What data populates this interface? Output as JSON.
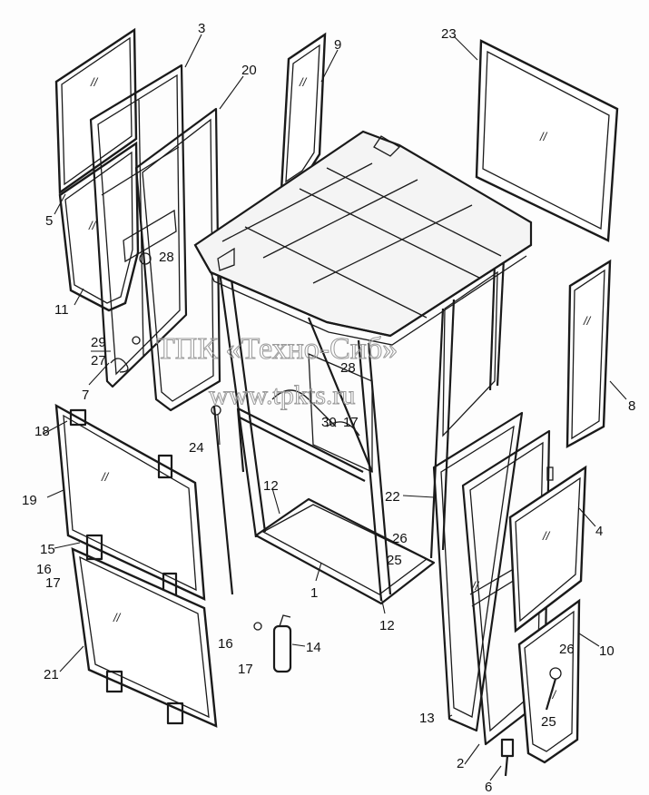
{
  "watermark": {
    "line1": "ТПК «Техно-Сиб»",
    "line2": "www.tpkts.ru"
  },
  "glass_mark": "//",
  "callouts": [
    {
      "id": "c1",
      "text": "1"
    },
    {
      "id": "c2",
      "text": "2"
    },
    {
      "id": "c3",
      "text": "3"
    },
    {
      "id": "c4",
      "text": "4"
    },
    {
      "id": "c5",
      "text": "5"
    },
    {
      "id": "c6",
      "text": "6"
    },
    {
      "id": "c7",
      "text": "7"
    },
    {
      "id": "c8",
      "text": "8"
    },
    {
      "id": "c9",
      "text": "9"
    },
    {
      "id": "c10",
      "text": "10"
    },
    {
      "id": "c11",
      "text": "11"
    },
    {
      "id": "c12a",
      "text": "12"
    },
    {
      "id": "c12b",
      "text": "12"
    },
    {
      "id": "c13",
      "text": "13"
    },
    {
      "id": "c14",
      "text": "14"
    },
    {
      "id": "c15",
      "text": "15"
    },
    {
      "id": "c16a",
      "text": "16"
    },
    {
      "id": "c16b",
      "text": "16"
    },
    {
      "id": "c17a",
      "text": "17"
    },
    {
      "id": "c17b",
      "text": "17"
    },
    {
      "id": "c17c",
      "text": "17"
    },
    {
      "id": "c18",
      "text": "18"
    },
    {
      "id": "c19",
      "text": "19"
    },
    {
      "id": "c20",
      "text": "20"
    },
    {
      "id": "c21",
      "text": "21"
    },
    {
      "id": "c22",
      "text": "22"
    },
    {
      "id": "c23",
      "text": "23"
    },
    {
      "id": "c24",
      "text": "24"
    },
    {
      "id": "c25a",
      "text": "25"
    },
    {
      "id": "c25b",
      "text": "25"
    },
    {
      "id": "c26a",
      "text": "26"
    },
    {
      "id": "c26b",
      "text": "26"
    },
    {
      "id": "c27",
      "text": "27"
    },
    {
      "id": "c28a",
      "text": "28"
    },
    {
      "id": "c28b",
      "text": "28"
    },
    {
      "id": "c29",
      "text": "29"
    },
    {
      "id": "c30",
      "text": "30"
    }
  ]
}
